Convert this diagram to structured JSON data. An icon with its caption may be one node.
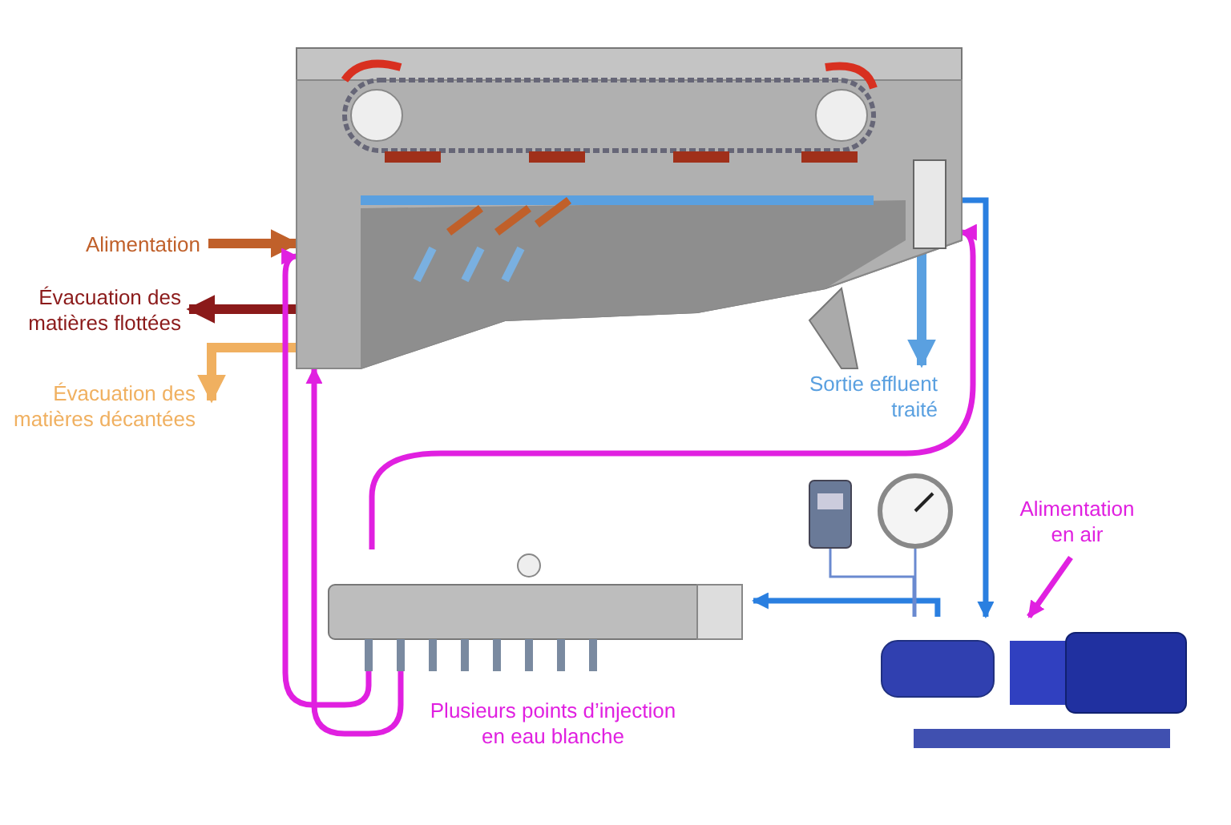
{
  "diagram": {
    "nodes": [
      {
        "text": [],
        "shape": "picture"
      },
      {
        "text": [],
        "shape": "picture",
        "beside": [
          "Plusieurs points d’injection en eau blanche"
        ]
      },
      {
        "text": [],
        "shape": "picture"
      },
      {
        "text": [],
        "shape": "picture"
      },
      {
        "text": [],
        "shape": "picture"
      }
    ],
    "edges": [
      {
        "from": null,
        "to": 0,
        "arrow": "to",
        "label": "Alimentation",
        "color": "#c0602a"
      },
      {
        "from": 0,
        "to": null,
        "arrow": "to",
        "label": "Évacuation des matières flottées",
        "color": "#8b1a1a"
      },
      {
        "from": 0,
        "to": null,
        "arrow": "to",
        "label": "Évacuation des matières décantées",
        "color": "#f0b060"
      },
      {
        "from": 0,
        "to": null,
        "arrow": "to",
        "label": "Sortie effluent traité",
        "color": "#5aa0e0"
      },
      {
        "from": 0,
        "to": 2,
        "arrow": "to",
        "color": "#2a7fe0"
      },
      {
        "from": 2,
        "to": 1,
        "arrow": "to",
        "color": "#2a7fe0"
      },
      {
        "from": null,
        "to": 2,
        "arrow": "to",
        "label": "Alimentation en air",
        "color": "#e020e0"
      },
      {
        "from": 1,
        "to": 0,
        "arrow": "to",
        "color": "#e020e0"
      },
      {
        "from": 1,
        "to": 0,
        "arrow": "to",
        "color": "#e020e0"
      },
      {
        "from": 1,
        "to": 0,
        "arrow": "to",
        "color": "#e020e0"
      },
      {
        "from": 3,
        "to": 2,
        "arrow": "none",
        "color": "#6a8ad0"
      },
      {
        "from": 4,
        "to": 2,
        "arrow": "none",
        "color": "#6a8ad0"
      }
    ]
  }
}
